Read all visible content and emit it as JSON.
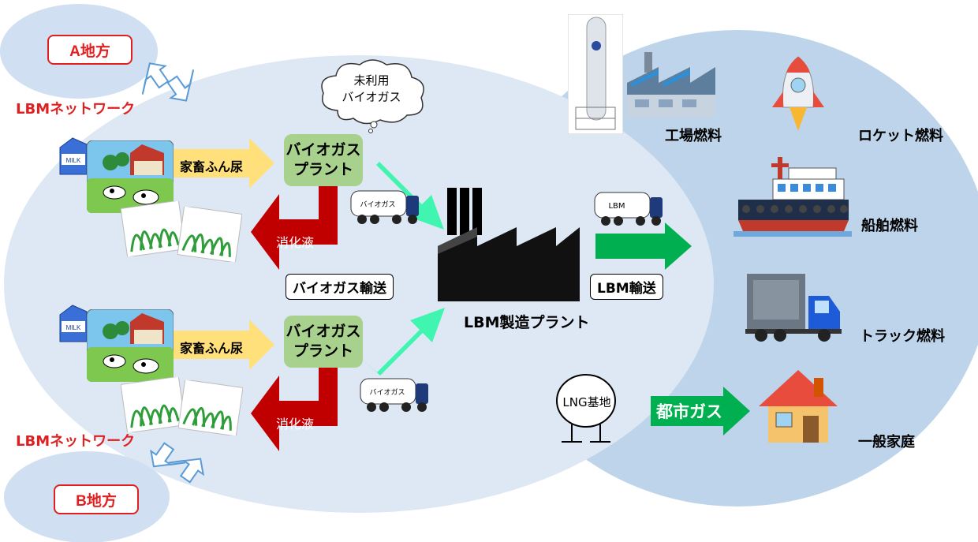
{
  "regions": {
    "a_label": "A地方",
    "b_label": "B地方",
    "network_top": "LBMネットワーク",
    "network_bottom": "LBMネットワーク"
  },
  "flow": {
    "manure_top": "家畜ふん尿",
    "manure_bottom": "家畜ふん尿",
    "plant_top": [
      "バイオガス",
      "プラント"
    ],
    "plant_bottom": [
      "バイオガス",
      "プラント"
    ],
    "digestate_top": "消化液",
    "digestate_bottom": "消化液",
    "biogas_transport": "バイオガス輸送",
    "truck_top_text": "バイオガス",
    "truck_bottom_text": "バイオガス",
    "cloud": [
      "未利用",
      "バイオガス"
    ],
    "lbm_plant": "LBM製造プラント",
    "lbm_truck_text": "LBM",
    "lbm_transport": "LBM輸送",
    "lng_base": "LNG基地",
    "city_gas": "都市ガス"
  },
  "uses": {
    "factory": "工場燃料",
    "rocket": "ロケット燃料",
    "ship": "船舶燃料",
    "truck": "トラック燃料",
    "home": "一般家庭"
  },
  "milk_text": "MILK",
  "colors": {
    "ellipse_left": "#dde8f4",
    "ellipse_right": "#bdd4ea",
    "red": "#c00000",
    "green_arrow": "#00b050",
    "mint_arrow": "#3ff5b0",
    "yellow_arrow": "#ffe07a",
    "plant_box": "#a9d18e",
    "region_red": "#e02020"
  }
}
